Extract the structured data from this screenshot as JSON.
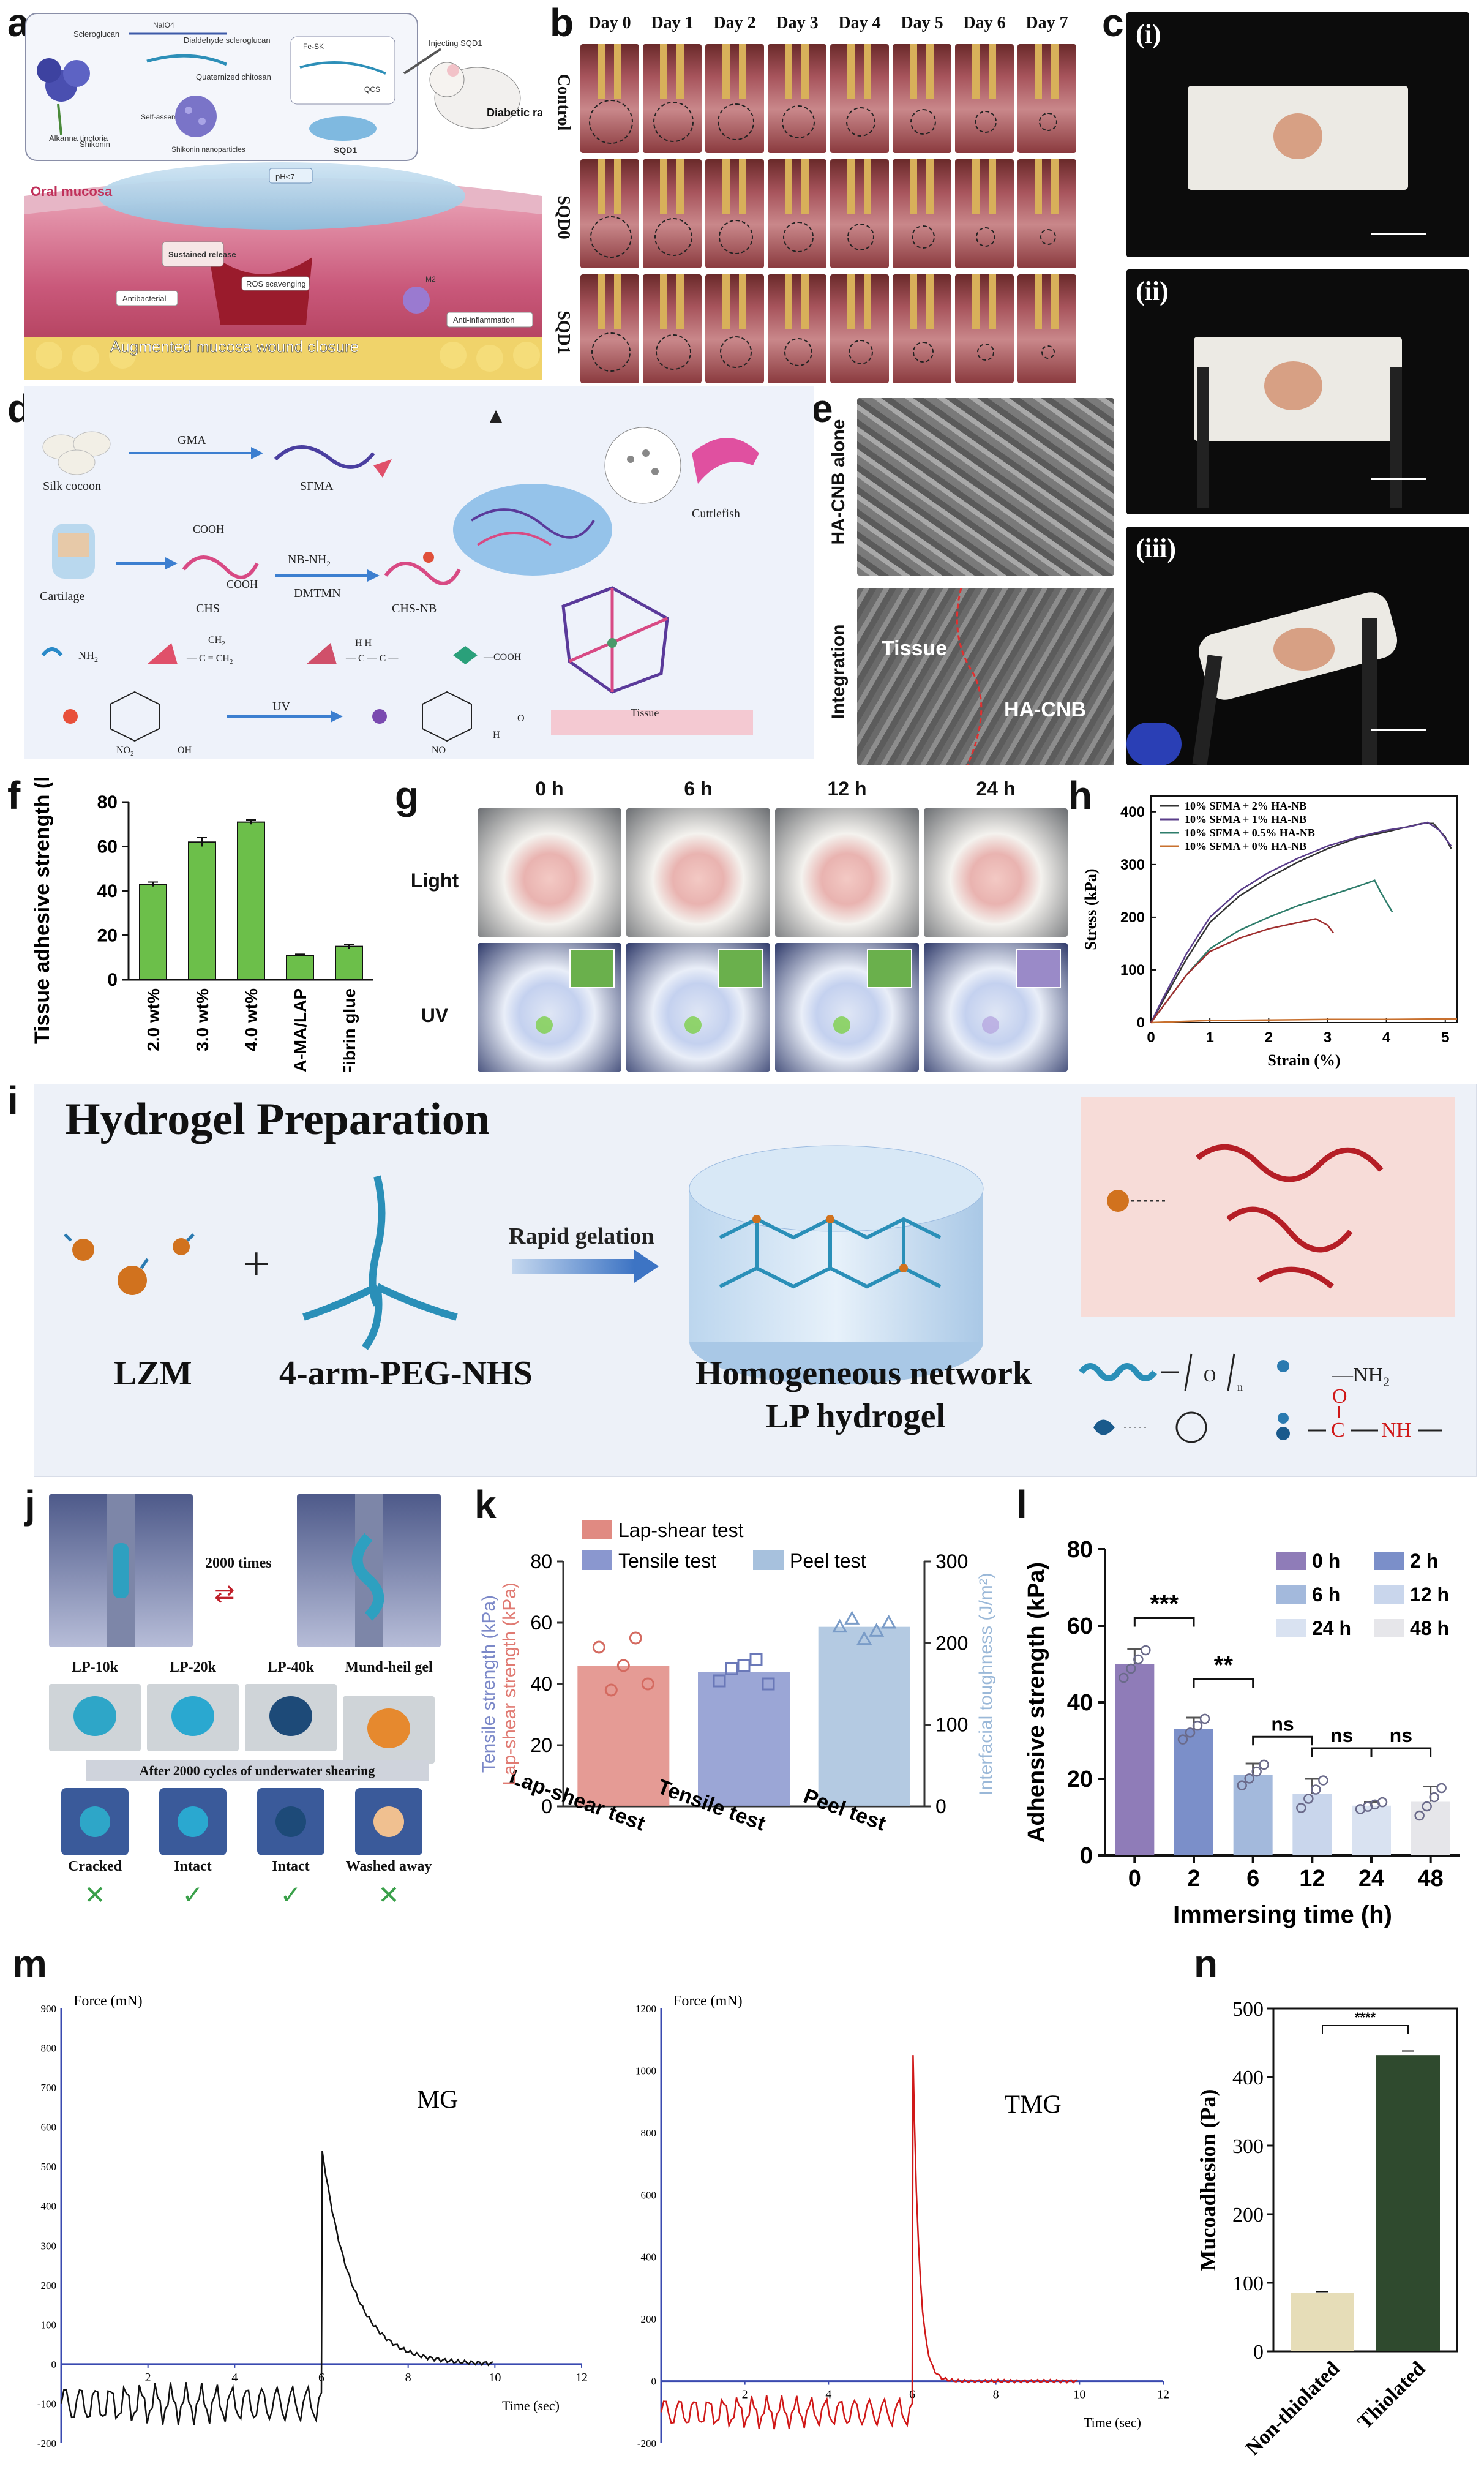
{
  "panel_letters": [
    "a",
    "b",
    "c",
    "d",
    "e",
    "f",
    "g",
    "h",
    "i",
    "j",
    "k",
    "l",
    "m",
    "n"
  ],
  "a": {
    "labels": [
      "Scleroglucan",
      "NaIO4",
      "Dialdehyde scleroglucan",
      "Quaternized chitosan",
      "Fe-SK",
      "QCS",
      "Alkanna tinctoria",
      "Shikonin",
      "Self-assembly",
      "Shikonin nanoparticles",
      "SQD1",
      "Injecting SQD1",
      "Diabetic rats",
      "Oral mucosa",
      "pH<7",
      "Sustained release",
      "ROS scavenging",
      "Antibacterial",
      "Anti-inflammation",
      "M2",
      "Augmented mucosa wound closure"
    ]
  },
  "b": {
    "days": [
      "Day 0",
      "Day 1",
      "Day 2",
      "Day 3",
      "Day 4",
      "Day 5",
      "Day 6",
      "Day 7"
    ],
    "rows": [
      "Control",
      "SQD0",
      "SQD1"
    ]
  },
  "c": {
    "sub": [
      "(i)",
      "(ii)",
      "(iii)"
    ]
  },
  "d": {
    "labels": {
      "silk": "Silk cocoon",
      "gma": "GMA",
      "sfma": "SFMA",
      "cartilage": "Cartilage",
      "cooh1": "COOH",
      "cooh2": "COOH",
      "chs": "CHS",
      "nbnh2": "NB-NH",
      "nbnh2_sub": "2",
      "dmtmn": "DMTMN",
      "chsnb": "CHS-NB",
      "cuttle": "Cuttlefish",
      "tissue": "Tissue",
      "nh2": "—NH",
      "nh2_sub": "2",
      "ch2": "CH",
      "ch2_sub": "2",
      "eqch2": "— C = CH",
      "eqch2_sub": "2",
      "hch": "H    H",
      "cc": "— C — C —",
      "cooh3": "—COOH",
      "uv": "UV",
      "no2": "NO",
      "no2_sub": "2",
      "oh": "OH",
      "no": "NO",
      "h": "H",
      "o": "O"
    }
  },
  "e": {
    "rows": [
      "HA-CNB alone",
      "Integration"
    ],
    "tissue": "Tissue",
    "hacnb": "HA-CNB"
  },
  "f": {
    "chart_data": {
      "type": "bar",
      "categories": [
        "2.0 wt%",
        "3.0 wt%",
        "4.0 wt%",
        "HA-MA/LAP",
        "Fibrin glue"
      ],
      "values": [
        43,
        62,
        71,
        11,
        15
      ],
      "errors": [
        1,
        2,
        1,
        0.5,
        1
      ],
      "ylabel": "Tissue adhesive strength (kPa)",
      "ylim": [
        0,
        80
      ],
      "yticks": [
        0,
        20,
        40,
        60,
        80
      ],
      "color": "#6cbf4a"
    }
  },
  "g": {
    "times": [
      "0 h",
      "6 h",
      "12 h",
      "24 h"
    ],
    "rows": [
      "Light",
      "UV"
    ]
  },
  "h": {
    "chart_data": {
      "type": "line",
      "xlabel": "Strain (%)",
      "ylabel": "Stress (kPa)",
      "xlim": [
        0,
        5.2
      ],
      "ylim": [
        0,
        430
      ],
      "xticks": [
        0,
        1,
        2,
        3,
        4,
        5
      ],
      "yticks": [
        0,
        100,
        200,
        300,
        400
      ],
      "legend_position": "top-left",
      "series": [
        {
          "name": "10% SFMA + 2% HA-NB",
          "color": "#333333",
          "points": [
            [
              0,
              0
            ],
            [
              0.2,
              40
            ],
            [
              0.6,
              120
            ],
            [
              1.0,
              190
            ],
            [
              1.5,
              240
            ],
            [
              2.0,
              275
            ],
            [
              2.5,
              305
            ],
            [
              3.0,
              330
            ],
            [
              3.5,
              350
            ],
            [
              4.0,
              362
            ],
            [
              4.6,
              378
            ],
            [
              4.8,
              378
            ],
            [
              5.0,
              352
            ],
            [
              5.1,
              330
            ]
          ]
        },
        {
          "name": "10% SFMA + 1% HA-NB",
          "color": "#5a3d8a",
          "points": [
            [
              0,
              0
            ],
            [
              0.2,
              45
            ],
            [
              0.6,
              130
            ],
            [
              1.0,
              200
            ],
            [
              1.5,
              250
            ],
            [
              2.0,
              285
            ],
            [
              2.5,
              312
            ],
            [
              3.0,
              335
            ],
            [
              3.5,
              352
            ],
            [
              4.0,
              365
            ],
            [
              4.4,
              372
            ],
            [
              4.7,
              380
            ],
            [
              4.9,
              365
            ],
            [
              5.1,
              335
            ]
          ]
        },
        {
          "name": "10% SFMA + 0.5% HA-NB",
          "color": "#2e7d6b",
          "points": [
            [
              0,
              0
            ],
            [
              0.2,
              30
            ],
            [
              0.6,
              90
            ],
            [
              1.0,
              140
            ],
            [
              1.5,
              175
            ],
            [
              2.0,
              200
            ],
            [
              2.5,
              222
            ],
            [
              3.0,
              240
            ],
            [
              3.5,
              258
            ],
            [
              3.8,
              270
            ],
            [
              3.9,
              248
            ],
            [
              4.1,
              210
            ]
          ]
        },
        {
          "name": "10% SFMA + 0% HA-NB",
          "color": "#c8702e",
          "points": [
            [
              0,
              0
            ],
            [
              0.5,
              2
            ],
            [
              1,
              4
            ],
            [
              2,
              5
            ],
            [
              3,
              6
            ],
            [
              4,
              6
            ],
            [
              5,
              7
            ],
            [
              5.2,
              7
            ]
          ]
        },
        {
          "name": "",
          "color": "#a03030",
          "points": [
            [
              0,
              0
            ],
            [
              0.2,
              30
            ],
            [
              0.6,
              90
            ],
            [
              1.0,
              135
            ],
            [
              1.5,
              160
            ],
            [
              2.0,
              178
            ],
            [
              2.5,
              190
            ],
            [
              2.8,
              197
            ],
            [
              3.0,
              185
            ],
            [
              3.1,
              170
            ]
          ]
        }
      ]
    }
  },
  "i": {
    "title": "Hydrogel Preparation",
    "lzm": "LZM",
    "peg": "4-arm-PEG-NHS",
    "rapid": "Rapid gelation",
    "network1": "Homogeneous network",
    "network2": "LP hydrogel",
    "nh2": "—NH",
    "nh2_sub": "2",
    "n": "n",
    "c": "C",
    "o": "O",
    "nh": "NH",
    "plus": "+"
  },
  "j": {
    "times": "2000 times",
    "samples": [
      "LP-10k",
      "LP-20k",
      "LP-40k",
      "Mund-heil gel"
    ],
    "after": "After 2000 cycles of underwater shearing",
    "results": [
      "Cracked",
      "Intact",
      "Intact",
      "Washed away"
    ],
    "marks": [
      "✕",
      "✓",
      "✓",
      "✕"
    ]
  },
  "k": {
    "chart_data": {
      "type": "bar",
      "categories": [
        "Lap-shear test",
        "Tensile test",
        "Peel test"
      ],
      "values_left_axis": [
        46,
        44,
        null
      ],
      "values_right_axis": [
        null,
        null,
        220
      ],
      "legend": [
        "Lap-shear test",
        "Tensile test",
        "Peel test"
      ],
      "colors": [
        "#e08a82",
        "#8a97cf",
        "#a7c1dd"
      ],
      "ylabel_left_1": "Lap-shear strength (kPa)",
      "ylabel_left_2": "Tensile strength (kPa)",
      "ylabel_right": "Interfacial toughness (J/m²)",
      "ylim_left": [
        0,
        80
      ],
      "yticks_left": [
        0,
        20,
        40,
        60,
        80
      ],
      "ylim_right": [
        0,
        300
      ],
      "yticks_right": [
        0,
        100,
        200,
        300
      ]
    }
  },
  "l": {
    "chart_data": {
      "type": "bar",
      "categories": [
        "0",
        "2",
        "6",
        "12",
        "24",
        "48"
      ],
      "values": [
        50,
        33,
        21,
        16,
        13,
        14
      ],
      "errors": [
        4,
        3,
        3,
        4,
        1,
        4
      ],
      "colors": [
        "#8f7cb8",
        "#7b8fc9",
        "#a3b9dc",
        "#c9d6ec",
        "#d9e2f1",
        "#e6e6ea"
      ],
      "legend": [
        "0 h",
        "2 h",
        "6 h",
        "12 h",
        "24 h",
        "48 h"
      ],
      "xlabel": "Immersing time (h)",
      "ylabel": "Adhensive strength (kPa)",
      "ylim": [
        0,
        80
      ],
      "yticks": [
        0,
        20,
        40,
        60,
        80
      ],
      "annotations": [
        "***",
        "**",
        "ns",
        "ns",
        "ns"
      ]
    }
  },
  "m": {
    "left": {
      "chart_data": {
        "type": "line",
        "label": "MG",
        "ylabel": "Force (mN)",
        "xlabel": "Time (sec)",
        "xlim": [
          0,
          12
        ],
        "ylim": [
          -200,
          900
        ],
        "xticks": [
          2,
          4,
          6,
          8,
          10,
          12
        ],
        "yticks": [
          -200,
          -100,
          0,
          100,
          200,
          300,
          400,
          500,
          600,
          700,
          800,
          900
        ],
        "color": "#111111"
      }
    },
    "right": {
      "chart_data": {
        "type": "line",
        "label": "TMG",
        "ylabel": "Force (mN)",
        "xlabel": "Time (sec)",
        "xlim": [
          0,
          12
        ],
        "ylim": [
          -200,
          1200
        ],
        "xticks": [
          2,
          4,
          6,
          8,
          10,
          12
        ],
        "yticks": [
          -200,
          0,
          200,
          400,
          600,
          800,
          1000,
          1200
        ],
        "color": "#d01818"
      }
    }
  },
  "n": {
    "chart_data": {
      "type": "bar",
      "categories": [
        "Non-thiolated",
        "Thiolated"
      ],
      "values": [
        85,
        432
      ],
      "errors": [
        2,
        6
      ],
      "colors": [
        "#e6ddb8",
        "#2f4a2e"
      ],
      "ylabel": "Mucoadhesion (Pa)",
      "ylim": [
        0,
        500
      ],
      "yticks": [
        0,
        100,
        200,
        300,
        400,
        500
      ],
      "annotation": "****"
    }
  }
}
